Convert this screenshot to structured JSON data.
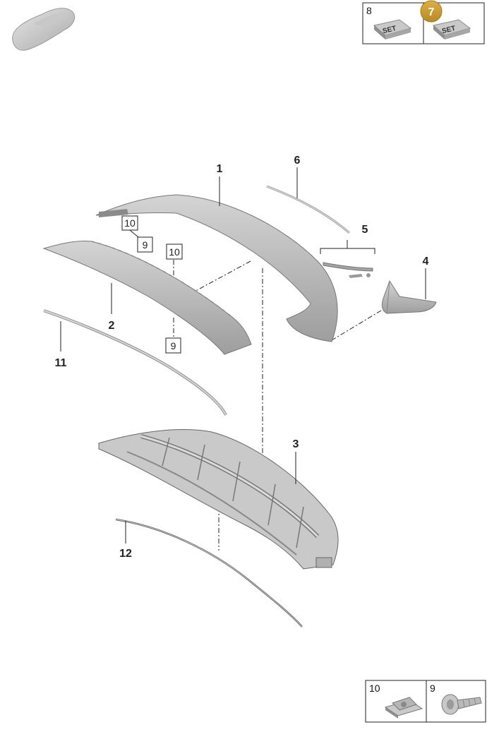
{
  "callouts": {
    "c1": "1",
    "c2": "2",
    "c3": "3",
    "c4": "4",
    "c5": "5",
    "c6": "6",
    "c11": "11",
    "c12": "12"
  },
  "boxed_labels": {
    "b10a": "10",
    "b9a": "9",
    "b10b": "10",
    "b9b": "9"
  },
  "set_panel": {
    "left_number": "8",
    "badge_number": "7",
    "set_text_left": "SET",
    "set_text_right": "SET",
    "badge_color": "#c99a2e"
  },
  "hardware_panel": {
    "clip_number": "10",
    "screw_number": "9"
  }
}
